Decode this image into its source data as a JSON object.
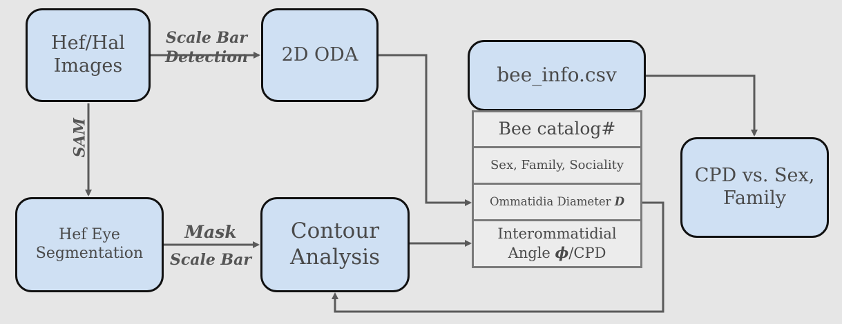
{
  "nodes": {
    "hef_hal_images": "Hef/Hal\nImages",
    "oda_2d": "2D ODA",
    "bee_info_csv": "bee_info.csv",
    "hef_eye_segmentation": "Hef Eye\nSegmentation",
    "contour_analysis": "Contour\nAnalysis",
    "cpd_vs_sex_family": "CPD vs. Sex,\nFamily"
  },
  "table": {
    "bee_catalog": "Bee catalog#",
    "sex_family_sociality": "Sex, Family, Sociality",
    "ommatidia_diameter": "Ommatidia Diameter",
    "ommatidia_diameter_symbol": "D",
    "interommatidial_line1": "Interommatidial",
    "interommatidial_angle_prefix": "Angle ",
    "interommatidial_symbol": "ϕ",
    "interommatidial_suffix": "/CPD"
  },
  "edge_labels": {
    "scale_bar_detection": "Scale Bar\nDetection",
    "sam": "SAM",
    "mask_scale_bar_mask": "Mask",
    "mask_scale_bar_scale": "Scale Bar"
  },
  "colors": {
    "node_fill": "#cfe0f3",
    "node_border": "#111111",
    "cell_fill": "#ececec",
    "cell_border": "#7a7a7a",
    "arrow": "#5a5a5a",
    "background": "#e6e6e6"
  }
}
